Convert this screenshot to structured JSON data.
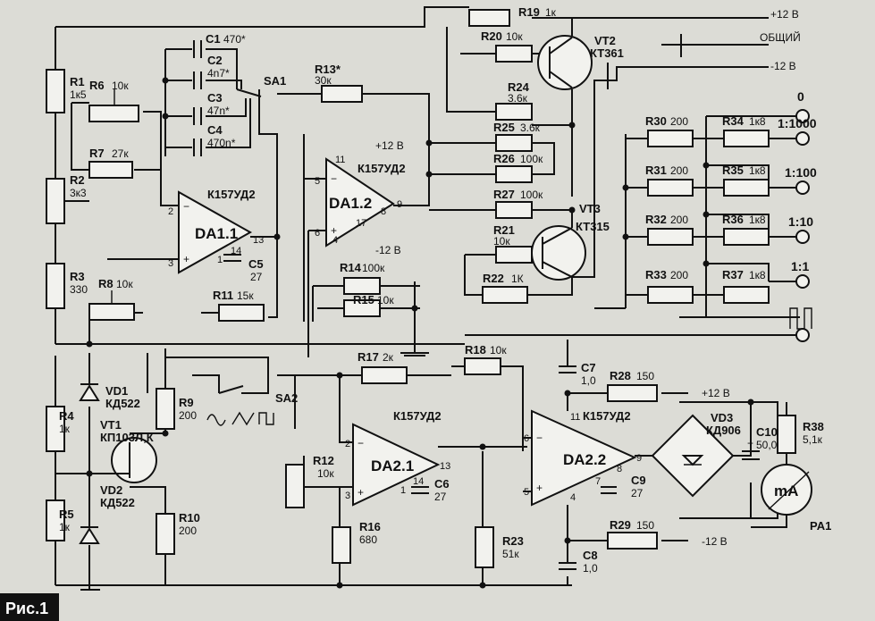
{
  "figure_label": "Рис.1",
  "chips": {
    "da11": {
      "ref": "DA1.1",
      "type": "К157УД2"
    },
    "da12": {
      "ref": "DA1.2",
      "type": "К157УД2"
    },
    "da21": {
      "ref": "DA2.1",
      "type": "К157УД2"
    },
    "da22": {
      "ref": "DA2.2",
      "type": "К157УД2"
    }
  },
  "transistors": {
    "vt1": {
      "ref": "VT1",
      "type": "КП103Л,К"
    },
    "vt2": {
      "ref": "VT2",
      "type": "КТ361"
    },
    "vt3": {
      "ref": "VT3",
      "type": "КТ315"
    }
  },
  "diodes": {
    "vd1": {
      "ref": "VD1",
      "type": "КД522"
    },
    "vd2": {
      "ref": "VD2",
      "type": "КД522"
    },
    "vd3": {
      "ref": "VD3",
      "type": "КД906"
    }
  },
  "switches": {
    "sa1": "SA1",
    "sa2": "SA2"
  },
  "meter": {
    "symbol": "mA",
    "ref": "PA1"
  },
  "resistors": {
    "r1": {
      "ref": "R1",
      "value": "1к5"
    },
    "r2": {
      "ref": "R2",
      "value": "3к3"
    },
    "r3": {
      "ref": "R3",
      "value": "330"
    },
    "r4": {
      "ref": "R4",
      "value": "1к"
    },
    "r5": {
      "ref": "R5",
      "value": "1к"
    },
    "r6": {
      "ref": "R6",
      "value": "10к"
    },
    "r7": {
      "ref": "R7",
      "value": "27к"
    },
    "r8": {
      "ref": "R8",
      "value": "10к"
    },
    "r9": {
      "ref": "R9",
      "value": "200"
    },
    "r10": {
      "ref": "R10",
      "value": "200"
    },
    "r11": {
      "ref": "R11",
      "value": "15к"
    },
    "r12": {
      "ref": "R12",
      "value": "10к"
    },
    "r13": {
      "ref": "R13*",
      "value": "30к"
    },
    "r14": {
      "ref": "R14",
      "value": "100к"
    },
    "r15": {
      "ref": "R15",
      "value": "10к"
    },
    "r16": {
      "ref": "R16",
      "value": "680"
    },
    "r17": {
      "ref": "R17",
      "value": "2к"
    },
    "r18": {
      "ref": "R18",
      "value": "10к"
    },
    "r19": {
      "ref": "R19",
      "value": "1к"
    },
    "r20": {
      "ref": "R20",
      "value": "10к"
    },
    "r21": {
      "ref": "R21",
      "value": "10к"
    },
    "r22": {
      "ref": "R22",
      "value": "1К"
    },
    "r23": {
      "ref": "R23",
      "value": "51к"
    },
    "r24": {
      "ref": "R24",
      "value": "3.6к"
    },
    "r25": {
      "ref": "R25",
      "value": "3.6к"
    },
    "r26": {
      "ref": "R26",
      "value": "100к"
    },
    "r27": {
      "ref": "R27",
      "value": "100к"
    },
    "r28": {
      "ref": "R28",
      "value": "150"
    },
    "r29": {
      "ref": "R29",
      "value": "150"
    },
    "r30": {
      "ref": "R30",
      "value": "200"
    },
    "r31": {
      "ref": "R31",
      "value": "200"
    },
    "r32": {
      "ref": "R32",
      "value": "200"
    },
    "r33": {
      "ref": "R33",
      "value": "200"
    },
    "r34": {
      "ref": "R34",
      "value": "1к8"
    },
    "r35": {
      "ref": "R35",
      "value": "1к8"
    },
    "r36": {
      "ref": "R36",
      "value": "1к8"
    },
    "r37": {
      "ref": "R37",
      "value": "1к8"
    },
    "r38": {
      "ref": "R38",
      "value": "5,1к"
    }
  },
  "capacitors": {
    "c1": {
      "ref": "C1",
      "value": "470*"
    },
    "c2": {
      "ref": "C2",
      "value": "4n7*"
    },
    "c3": {
      "ref": "C3",
      "value": "47n*"
    },
    "c4": {
      "ref": "C4",
      "value": "470n*"
    },
    "c5": {
      "ref": "C5",
      "value": "27"
    },
    "c6": {
      "ref": "C6",
      "value": "27"
    },
    "c7": {
      "ref": "C7",
      "value": "1,0"
    },
    "c8": {
      "ref": "C8",
      "value": "1,0"
    },
    "c9": {
      "ref": "C9",
      "value": "27"
    },
    "c10": {
      "ref": "C10",
      "value": "50,0"
    }
  },
  "supply": {
    "plus": "+12 В",
    "common": "ОБЩИЙ",
    "minus": "-12 В"
  },
  "outputs": [
    "0",
    "1:1000",
    "1:100",
    "1:10",
    "1:1"
  ],
  "pins": {
    "da11": [
      "2",
      "3",
      "1",
      "14",
      "13"
    ],
    "da12": [
      "11",
      "5",
      "6",
      "4",
      "17",
      "8",
      "9"
    ],
    "da21": [
      "2",
      "3",
      "1",
      "14",
      "13"
    ],
    "da22": [
      "11",
      "6",
      "5",
      "4",
      "7",
      "8",
      "9"
    ]
  },
  "icon_names": [
    "op-amp-icon",
    "resistor-icon",
    "capacitor-icon",
    "diode-icon",
    "bjt-icon",
    "jfet-icon",
    "switch-icon",
    "ammeter-icon",
    "square-wave-icon",
    "ground-icon"
  ]
}
